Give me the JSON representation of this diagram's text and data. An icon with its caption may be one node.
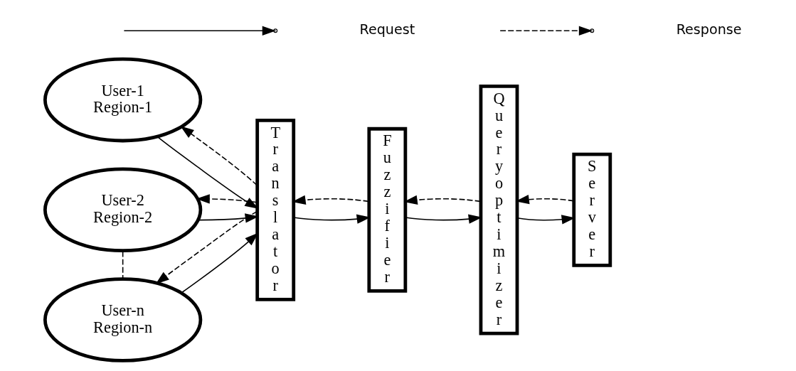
{
  "diagram": {
    "nodes": [
      {
        "text": [
          "User-1 Region-1"
        ]
      },
      {
        "text": [
          "User-2 Region-2"
        ]
      },
      {
        "text": [
          "User-n Region-n"
        ]
      },
      {
        "text": [
          "Translator"
        ]
      },
      {
        "text": [
          "Fuzzifier"
        ]
      },
      {
        "text": [
          "Queryoptimizer"
        ]
      },
      {
        "text": [
          "Server"
        ]
      }
    ],
    "edges": [
      {
        "from": 0,
        "to": 3,
        "arrow": "to"
      },
      {
        "from": 3,
        "to": 0,
        "arrow": "to",
        "style": "dashed"
      },
      {
        "from": 1,
        "to": 3,
        "arrow": "to"
      },
      {
        "from": 3,
        "to": 1,
        "arrow": "to",
        "style": "dashed"
      },
      {
        "from": 2,
        "to": 3,
        "arrow": "to"
      },
      {
        "from": 3,
        "to": 2,
        "arrow": "to",
        "style": "dashed"
      },
      {
        "from": 1,
        "to": 2,
        "arrow": "none",
        "style": "dashed"
      },
      {
        "from": 3,
        "to": 4,
        "arrow": "to"
      },
      {
        "from": 4,
        "to": 5,
        "arrow": "to"
      },
      {
        "from": 5,
        "to": 6,
        "arrow": "to"
      },
      {
        "from": 6,
        "to": 5,
        "arrow": "to",
        "style": "dashed"
      },
      {
        "from": 5,
        "to": 4,
        "arrow": "to",
        "style": "dashed"
      },
      {
        "from": 4,
        "to": 3,
        "arrow": "to",
        "style": "dashed"
      }
    ],
    "legend": [
      {
        "text": "Request"
      },
      {
        "text": "Response"
      }
    ]
  }
}
